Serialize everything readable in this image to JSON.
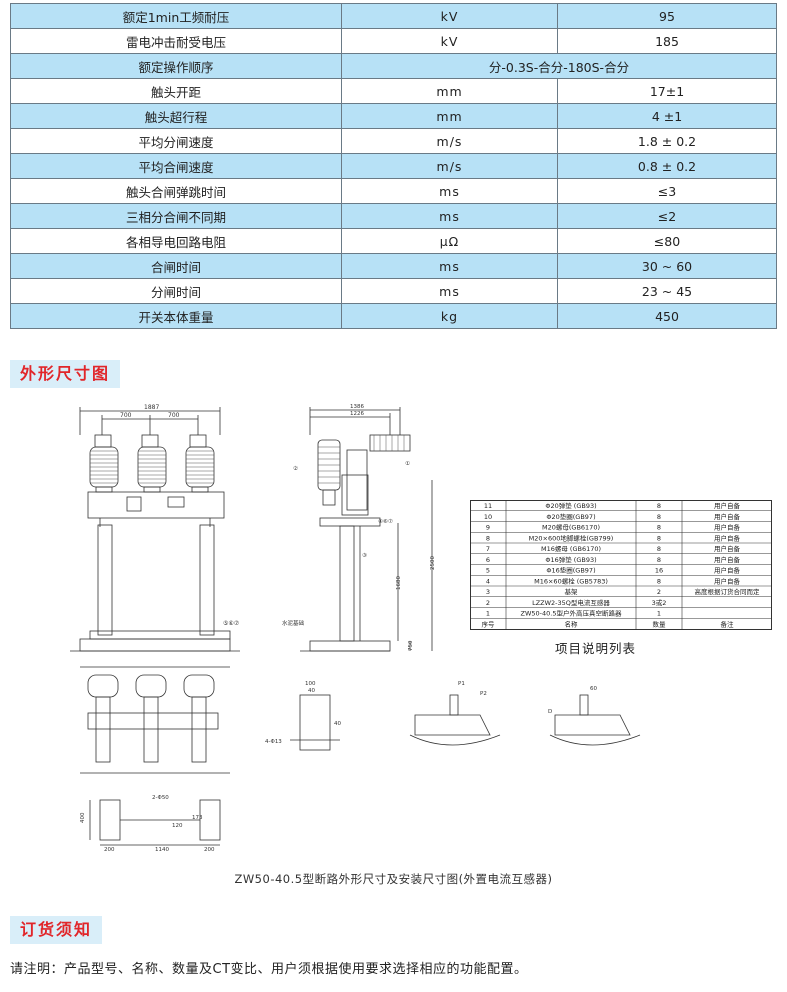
{
  "spec_rows": [
    [
      "额定1min工频耐压",
      "kV",
      "95"
    ],
    [
      "雷电冲击耐受电压",
      "kV",
      "185"
    ],
    [
      "额定操作顺序",
      "分-0.3S-合分-180S-合分"
    ],
    [
      "触头开距",
      "mm",
      "17±1"
    ],
    [
      "触头超行程",
      "mm",
      "4 ±1"
    ],
    [
      "平均分闸速度",
      "m/s",
      "1.8 ± 0.2"
    ],
    [
      "平均合闸速度",
      "m/s",
      "0.8 ± 0.2"
    ],
    [
      "触头合闸弹跳时间",
      "ms",
      "≤3"
    ],
    [
      "三相分合闸不同期",
      "ms",
      "≤2"
    ],
    [
      "各相导电回路电阻",
      "μΩ",
      "≤80"
    ],
    [
      "合闸时间",
      "ms",
      "30 ~ 60"
    ],
    [
      "分闸时间",
      "ms",
      "23 ~ 45"
    ],
    [
      "开关本体重量",
      "kg",
      "450"
    ]
  ],
  "section_dimensions": "外形尺寸图",
  "parts_table": {
    "rows": [
      [
        "11",
        "Φ20弹垫 (GB93)",
        "8",
        "用户自备"
      ],
      [
        "10",
        "Φ20垫圈(GB97)",
        "8",
        "用户自备"
      ],
      [
        "9",
        "M20螺母(GB6170)",
        "8",
        "用户自备"
      ],
      [
        "8",
        "M20×600地脚螺栓(GB799)",
        "8",
        "用户自备"
      ],
      [
        "7",
        "M16螺母 (GB6170)",
        "8",
        "用户自备"
      ],
      [
        "6",
        "Φ16弹垫 (GB93)",
        "8",
        "用户自备"
      ],
      [
        "5",
        "Φ16垫圈(GB97)",
        "16",
        "用户自备"
      ],
      [
        "4",
        "M16×60螺栓 (GB5783)",
        "8",
        "用户自备"
      ],
      [
        "3",
        "基架",
        "2",
        "高度根据订货合同而定"
      ],
      [
        "2",
        "LZZW2-35Q型电流互感器",
        "3或2",
        ""
      ],
      [
        "1",
        "ZW50-40.5型户外高压真空断路器",
        "1",
        ""
      ]
    ],
    "header": [
      "序号",
      "名称",
      "数量",
      "备注"
    ]
  },
  "parts_title": "项目说明列表",
  "dims": {
    "front_total": "1887",
    "front_pitch_1": "700",
    "front_pitch_2": "700",
    "side_top_1": "1386",
    "side_top_2": "1226",
    "side_h_total": "2500",
    "side_h_support": "1680",
    "side_h_base": "750",
    "plan_1140": "1140",
    "plan_200a": "200",
    "plan_200b": "200",
    "plan_400": "400",
    "plan_holes": "2-Φ50",
    "plan_120": "120",
    "plan_173": "173",
    "det_100": "100",
    "det_40a": "40",
    "det_40b": "40",
    "det_holes": "4-Φ13",
    "det_60": "60",
    "det_p1": "P1",
    "det_p2": "P2",
    "det_d": "D",
    "concrete": "水泥基础",
    "labels": [
      "⑤⑥⑦",
      "④⑥⑦",
      "①",
      "②",
      "③"
    ]
  },
  "caption": "ZW50-40.5型断路外形尺寸及安装尺寸图(外置电流互感器)",
  "section_order": "订货须知",
  "order_note": "请注明：产品型号、名称、数量及CT变比、用户须根据使用要求选择相应的功能配置。"
}
